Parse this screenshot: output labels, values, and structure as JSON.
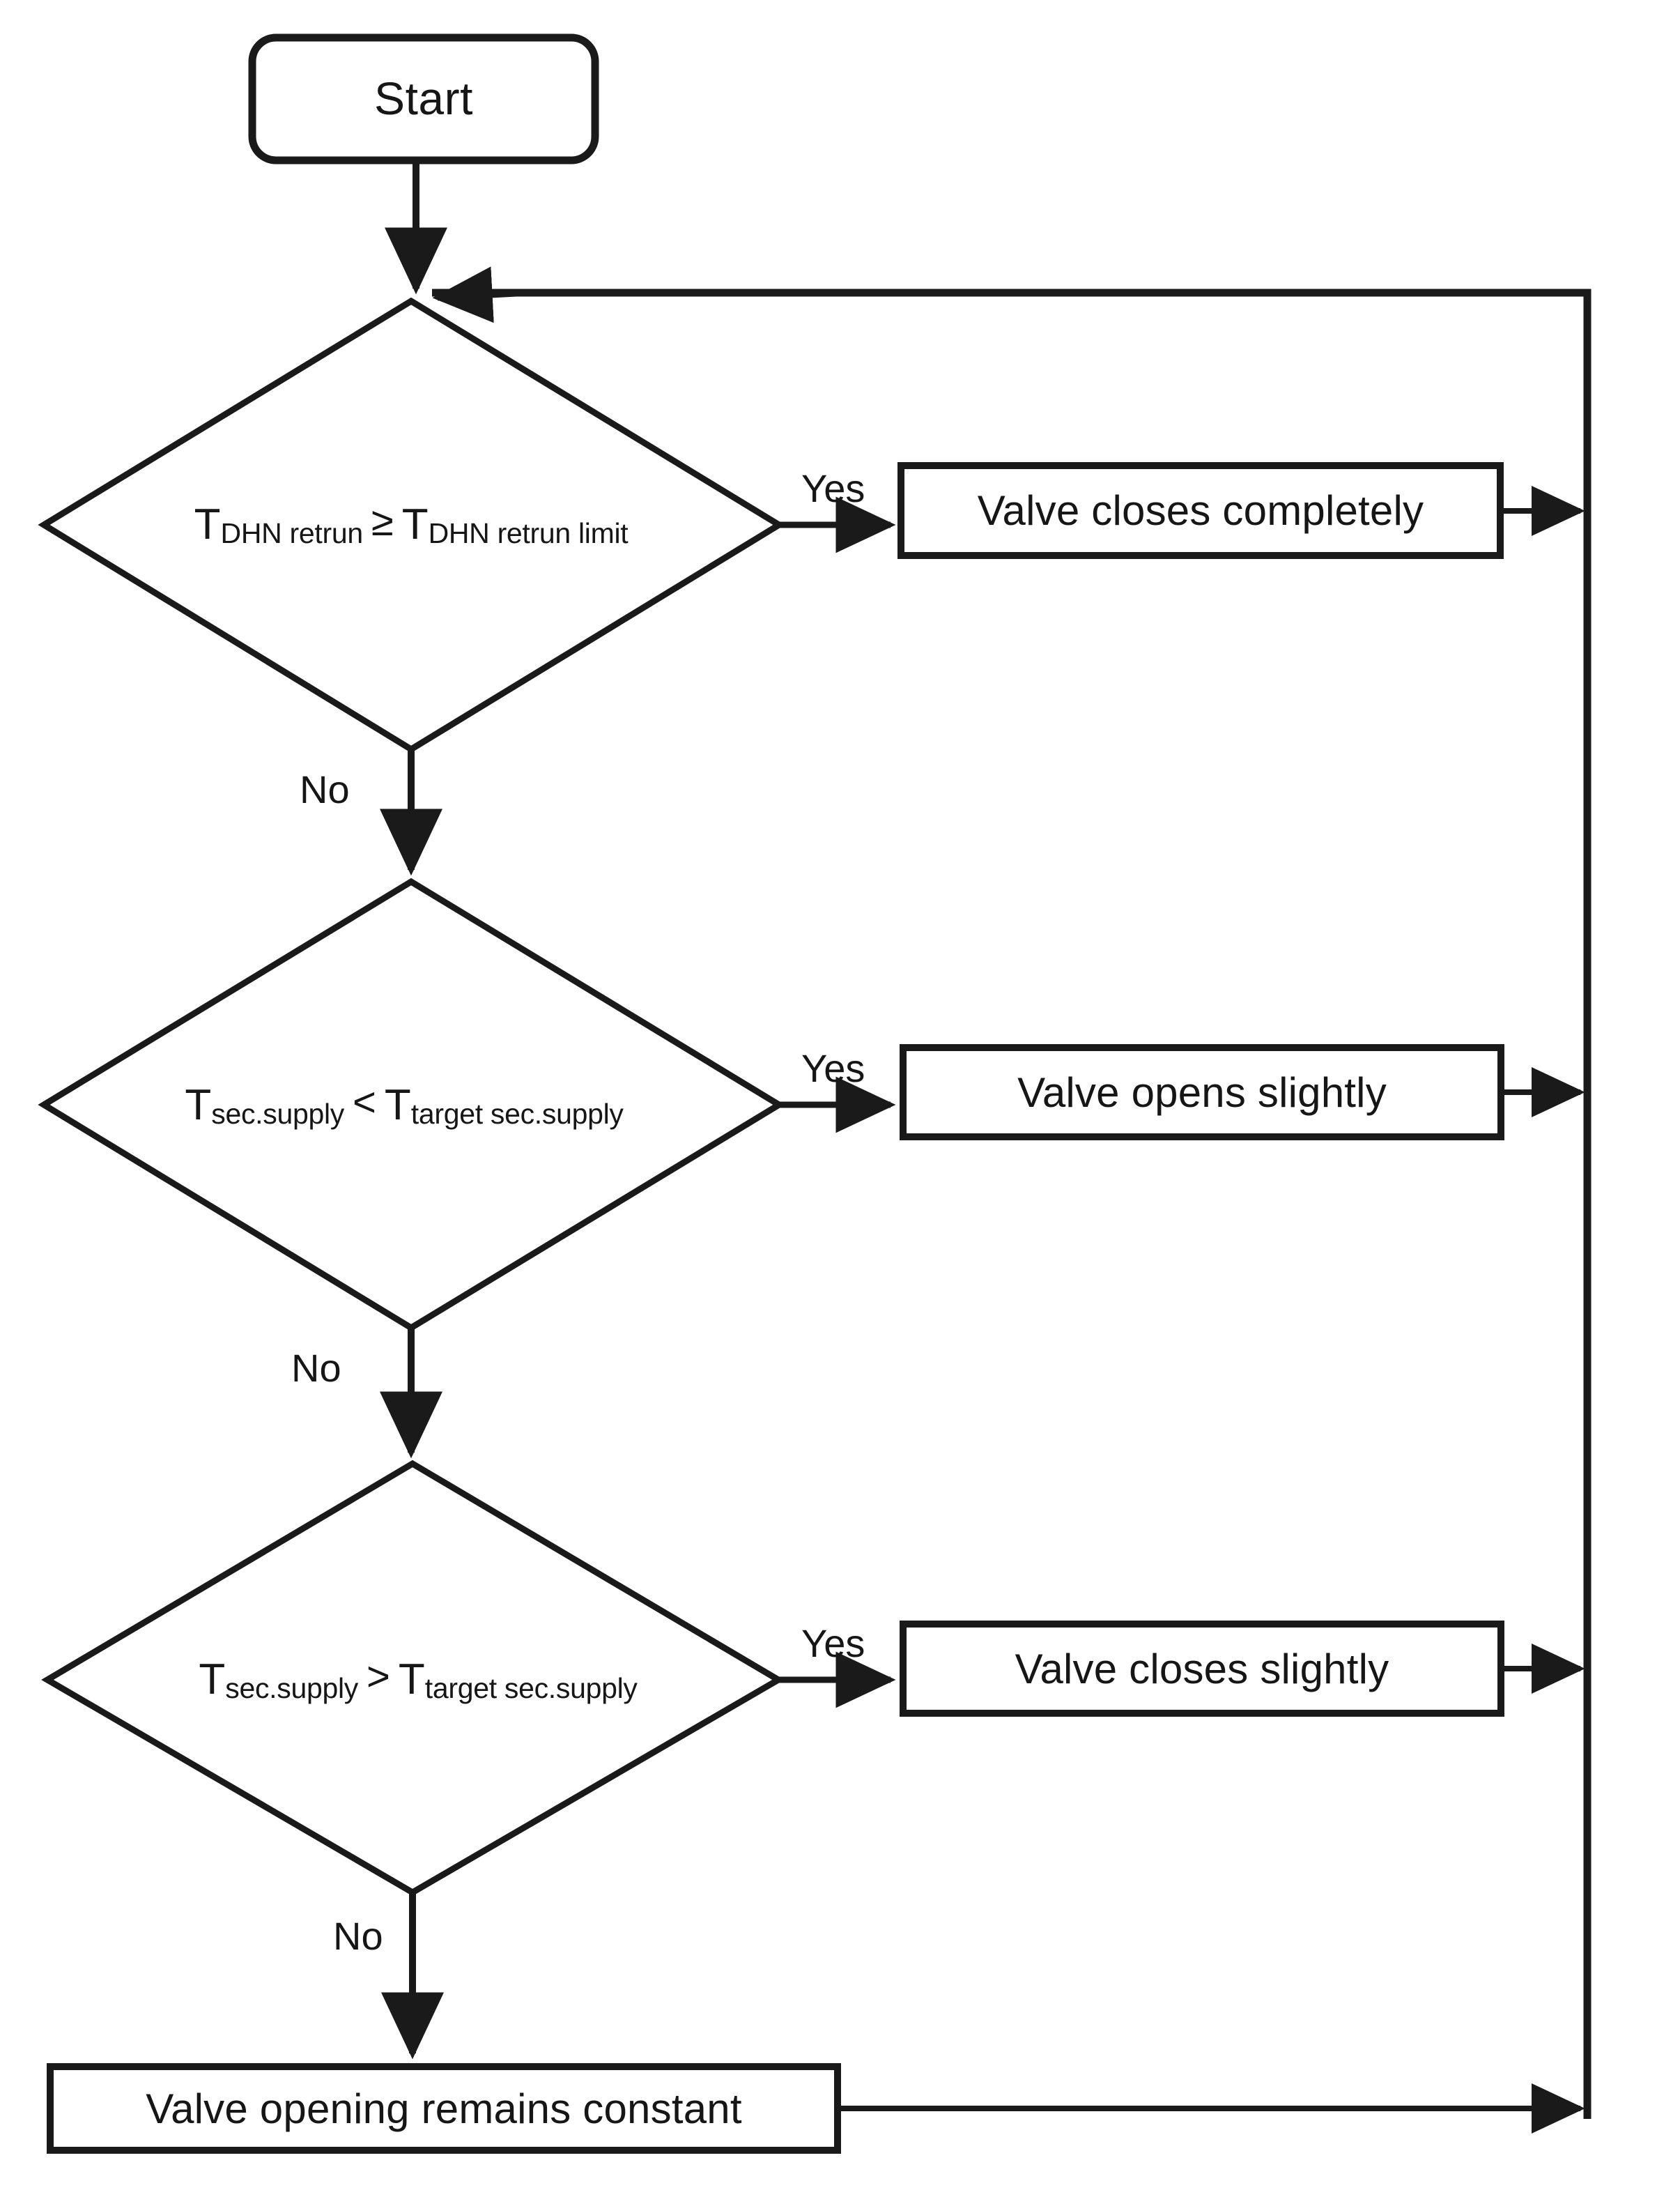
{
  "diagram": {
    "type": "flowchart",
    "title": "Valve control logic flowchart",
    "background_color": "#ffffff",
    "stroke_color": "#1a1a1a",
    "text_color": "#161616",
    "nodes": {
      "start": {
        "id": "start",
        "shape": "rounded-rectangle",
        "label": "Start"
      },
      "decision_1": {
        "id": "decision_1",
        "shape": "diamond",
        "t_left": "T",
        "t_left_sub": "DHN retrun",
        "operator": "≥",
        "t_right": "T",
        "t_right_sub": "DHN retrun limit",
        "full_text": "T DHN retrun ≥ T DHN retrun limit",
        "yes_label": "Yes",
        "no_label": "No"
      },
      "decision_2": {
        "id": "decision_2",
        "shape": "diamond",
        "t_left": "T",
        "t_left_sub": "sec.supply",
        "operator": "<",
        "t_right": "T",
        "t_right_sub": "target sec.supply",
        "full_text": "T sec.supply < T target sec.supply",
        "yes_label": "Yes",
        "no_label": "No"
      },
      "decision_3": {
        "id": "decision_3",
        "shape": "diamond",
        "t_left": "T",
        "t_left_sub": "sec.supply",
        "operator": ">",
        "t_right": "T",
        "t_right_sub": "target sec.supply",
        "full_text": "T sec.supply > T target sec.supply",
        "yes_label": "Yes",
        "no_label": "No"
      },
      "process_1": {
        "id": "process_1",
        "shape": "rectangle",
        "label": "Valve closes completely"
      },
      "process_2": {
        "id": "process_2",
        "shape": "rectangle",
        "label": "Valve opens slightly"
      },
      "process_3": {
        "id": "process_3",
        "shape": "rectangle",
        "label": "Valve closes slightly"
      },
      "process_4": {
        "id": "process_4",
        "shape": "rectangle",
        "label": "Valve opening remains constant"
      }
    },
    "edges": [
      {
        "from": "start",
        "to": "decision_1",
        "label": ""
      },
      {
        "from": "decision_1",
        "to": "process_1",
        "label": "Yes"
      },
      {
        "from": "decision_1",
        "to": "decision_2",
        "label": "No"
      },
      {
        "from": "decision_2",
        "to": "process_2",
        "label": "Yes"
      },
      {
        "from": "decision_2",
        "to": "decision_3",
        "label": "No"
      },
      {
        "from": "decision_3",
        "to": "process_3",
        "label": "Yes"
      },
      {
        "from": "decision_3",
        "to": "process_4",
        "label": "No"
      },
      {
        "from": "process_1",
        "to": "return_bus",
        "label": ""
      },
      {
        "from": "process_2",
        "to": "return_bus",
        "label": ""
      },
      {
        "from": "process_3",
        "to": "return_bus",
        "label": ""
      },
      {
        "from": "process_4",
        "to": "return_bus",
        "label": ""
      },
      {
        "from": "return_bus",
        "to": "decision_1",
        "label": ""
      }
    ]
  }
}
